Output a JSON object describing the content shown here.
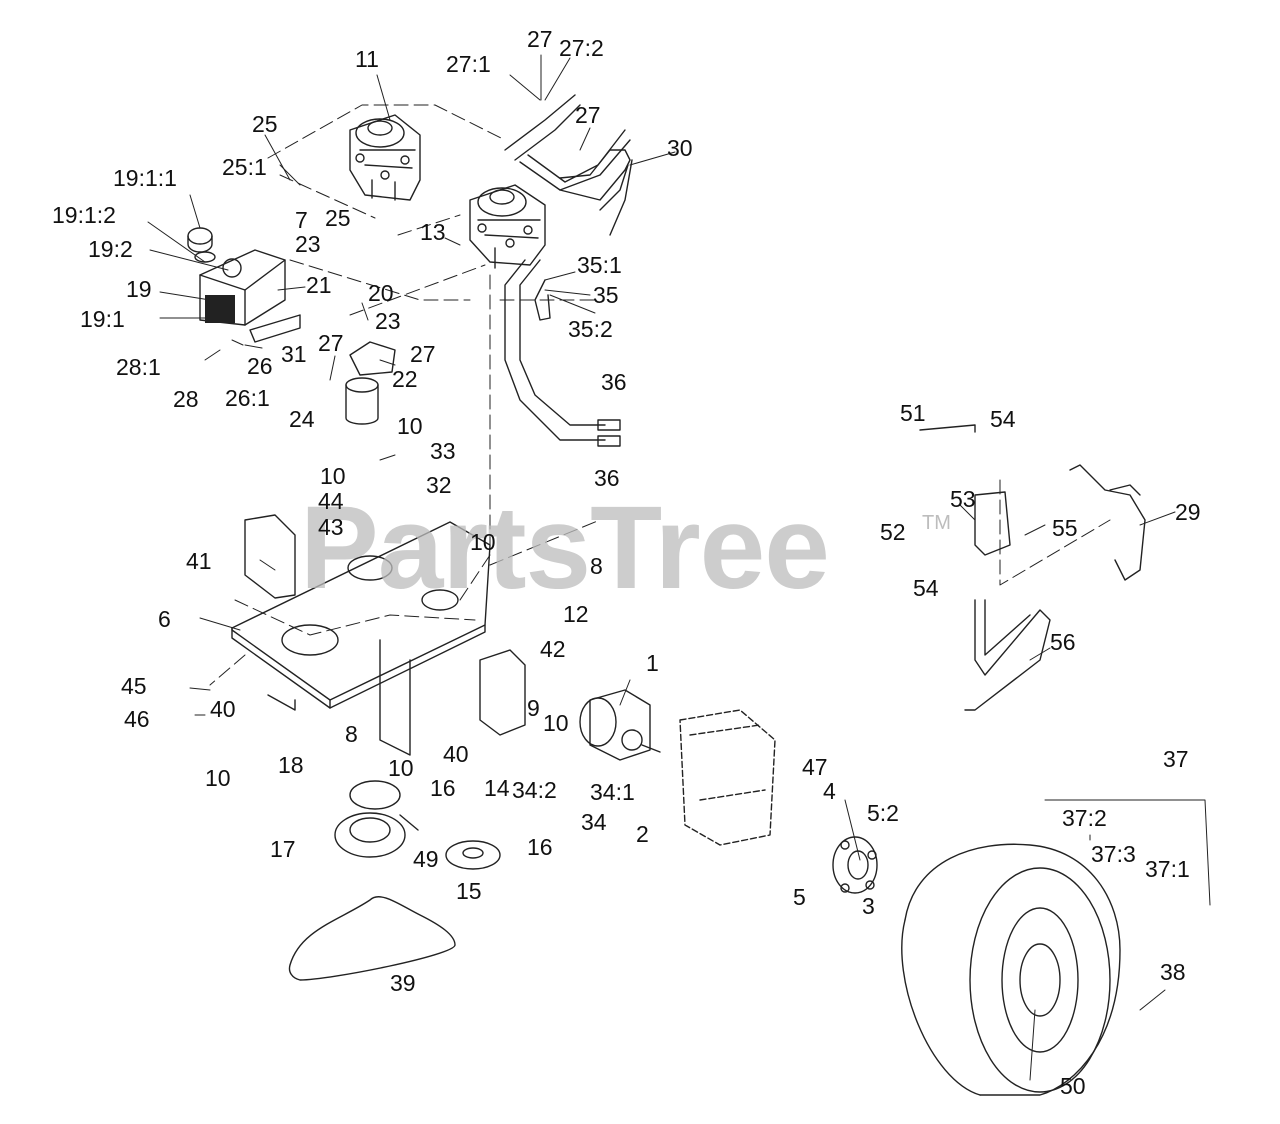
{
  "watermark": {
    "text": "PartsTree",
    "tm": "TM"
  },
  "callouts": [
    {
      "id": "l1",
      "text": "1"
    },
    {
      "id": "l2",
      "text": "2"
    },
    {
      "id": "l3",
      "text": "3"
    },
    {
      "id": "l4",
      "text": "4"
    },
    {
      "id": "l5",
      "text": "5"
    },
    {
      "id": "l5_2",
      "text": "5:2"
    },
    {
      "id": "l6",
      "text": "6"
    },
    {
      "id": "l7",
      "text": "7"
    },
    {
      "id": "l8a",
      "text": "8"
    },
    {
      "id": "l8b",
      "text": "8"
    },
    {
      "id": "l9",
      "text": "9"
    },
    {
      "id": "l10a",
      "text": "10"
    },
    {
      "id": "l10b",
      "text": "10"
    },
    {
      "id": "l10c",
      "text": "10"
    },
    {
      "id": "l10d",
      "text": "10"
    },
    {
      "id": "l10e",
      "text": "10"
    },
    {
      "id": "l10f",
      "text": "10"
    },
    {
      "id": "l11",
      "text": "11"
    },
    {
      "id": "l12",
      "text": "12"
    },
    {
      "id": "l13",
      "text": "13"
    },
    {
      "id": "l14",
      "text": "14"
    },
    {
      "id": "l15",
      "text": "15"
    },
    {
      "id": "l16a",
      "text": "16"
    },
    {
      "id": "l16b",
      "text": "16"
    },
    {
      "id": "l17",
      "text": "17"
    },
    {
      "id": "l18",
      "text": "18"
    },
    {
      "id": "l19",
      "text": "19"
    },
    {
      "id": "l19_1",
      "text": "19:1"
    },
    {
      "id": "l19_1_1",
      "text": "19:1:1"
    },
    {
      "id": "l19_1_2",
      "text": "19:1:2"
    },
    {
      "id": "l19_2",
      "text": "19:2"
    },
    {
      "id": "l20",
      "text": "20"
    },
    {
      "id": "l21",
      "text": "21"
    },
    {
      "id": "l22",
      "text": "22"
    },
    {
      "id": "l23a",
      "text": "23"
    },
    {
      "id": "l23b",
      "text": "23"
    },
    {
      "id": "l24",
      "text": "24"
    },
    {
      "id": "l25a",
      "text": "25"
    },
    {
      "id": "l25_1",
      "text": "25:1"
    },
    {
      "id": "l25b",
      "text": "25"
    },
    {
      "id": "l26",
      "text": "26"
    },
    {
      "id": "l26_1",
      "text": "26:1"
    },
    {
      "id": "l27a",
      "text": "27"
    },
    {
      "id": "l27_1",
      "text": "27:1"
    },
    {
      "id": "l27_2",
      "text": "27:2"
    },
    {
      "id": "l27b",
      "text": "27"
    },
    {
      "id": "l27c",
      "text": "27"
    },
    {
      "id": "l27d",
      "text": "27"
    },
    {
      "id": "l28",
      "text": "28"
    },
    {
      "id": "l28_1",
      "text": "28:1"
    },
    {
      "id": "l29",
      "text": "29"
    },
    {
      "id": "l30",
      "text": "30"
    },
    {
      "id": "l31",
      "text": "31"
    },
    {
      "id": "l32",
      "text": "32"
    },
    {
      "id": "l33",
      "text": "33"
    },
    {
      "id": "l34",
      "text": "34"
    },
    {
      "id": "l34_1",
      "text": "34:1"
    },
    {
      "id": "l34_2",
      "text": "34:2"
    },
    {
      "id": "l35",
      "text": "35"
    },
    {
      "id": "l35_1",
      "text": "35:1"
    },
    {
      "id": "l35_2",
      "text": "35:2"
    },
    {
      "id": "l36a",
      "text": "36"
    },
    {
      "id": "l36b",
      "text": "36"
    },
    {
      "id": "l37",
      "text": "37"
    },
    {
      "id": "l37_1",
      "text": "37:1"
    },
    {
      "id": "l37_2",
      "text": "37:2"
    },
    {
      "id": "l37_3",
      "text": "37:3"
    },
    {
      "id": "l38",
      "text": "38"
    },
    {
      "id": "l39",
      "text": "39"
    },
    {
      "id": "l40a",
      "text": "40"
    },
    {
      "id": "l40b",
      "text": "40"
    },
    {
      "id": "l41",
      "text": "41"
    },
    {
      "id": "l42",
      "text": "42"
    },
    {
      "id": "l43",
      "text": "43"
    },
    {
      "id": "l44",
      "text": "44"
    },
    {
      "id": "l45",
      "text": "45"
    },
    {
      "id": "l46",
      "text": "46"
    },
    {
      "id": "l47",
      "text": "47"
    },
    {
      "id": "l49",
      "text": "49"
    },
    {
      "id": "l50",
      "text": "50"
    },
    {
      "id": "l51",
      "text": "51"
    },
    {
      "id": "l52",
      "text": "52"
    },
    {
      "id": "l53",
      "text": "53"
    },
    {
      "id": "l54a",
      "text": "54"
    },
    {
      "id": "l54b",
      "text": "54"
    },
    {
      "id": "l55",
      "text": "55"
    },
    {
      "id": "l56",
      "text": "56"
    }
  ]
}
